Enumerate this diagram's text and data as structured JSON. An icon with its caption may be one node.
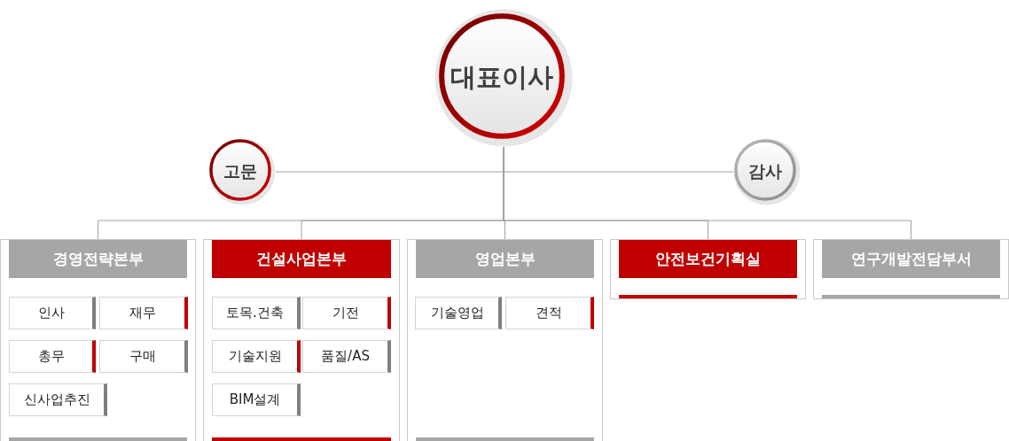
{
  "diagram": {
    "nodes": [
      {
        "text": [
          "대표이사"
        ]
      },
      {
        "text": [
          "고문"
        ]
      },
      {
        "text": [
          "감사"
        ]
      },
      {
        "text": [
          "경영전략본부"
        ]
      },
      {
        "text": [
          "인사"
        ],
        "in": 3
      },
      {
        "text": [
          "재무"
        ],
        "in": 3
      },
      {
        "text": [
          "총무"
        ],
        "in": 3
      },
      {
        "text": [
          "구매"
        ],
        "in": 3
      },
      {
        "text": [
          "신사업추진"
        ],
        "in": 3
      },
      {
        "text": [
          "건설사업본부"
        ]
      },
      {
        "text": [
          "토목.건축"
        ],
        "in": 9
      },
      {
        "text": [
          "기전"
        ],
        "in": 9
      },
      {
        "text": [
          "기술지원"
        ],
        "in": 9
      },
      {
        "text": [
          "품질/AS"
        ],
        "in": 9
      },
      {
        "text": [
          "BIM설계"
        ],
        "in": 9
      },
      {
        "text": [
          "영업본부"
        ]
      },
      {
        "text": [
          "기술영업"
        ],
        "in": 15
      },
      {
        "text": [
          "견적"
        ],
        "in": 15
      },
      {
        "text": [
          "안전보건기획실"
        ]
      },
      {
        "text": [
          "연구개발전담부서"
        ]
      }
    ],
    "edges": [
      {
        "from": 0,
        "to": 1,
        "arrow": "none"
      },
      {
        "from": 0,
        "to": 2,
        "arrow": "none"
      },
      {
        "from": 0,
        "to": 3,
        "arrow": "none"
      },
      {
        "from": 0,
        "to": 9,
        "arrow": "none"
      },
      {
        "from": 0,
        "to": 15,
        "arrow": "none"
      },
      {
        "from": 0,
        "to": 18,
        "arrow": "none"
      },
      {
        "from": 0,
        "to": 19,
        "arrow": "none"
      }
    ]
  }
}
